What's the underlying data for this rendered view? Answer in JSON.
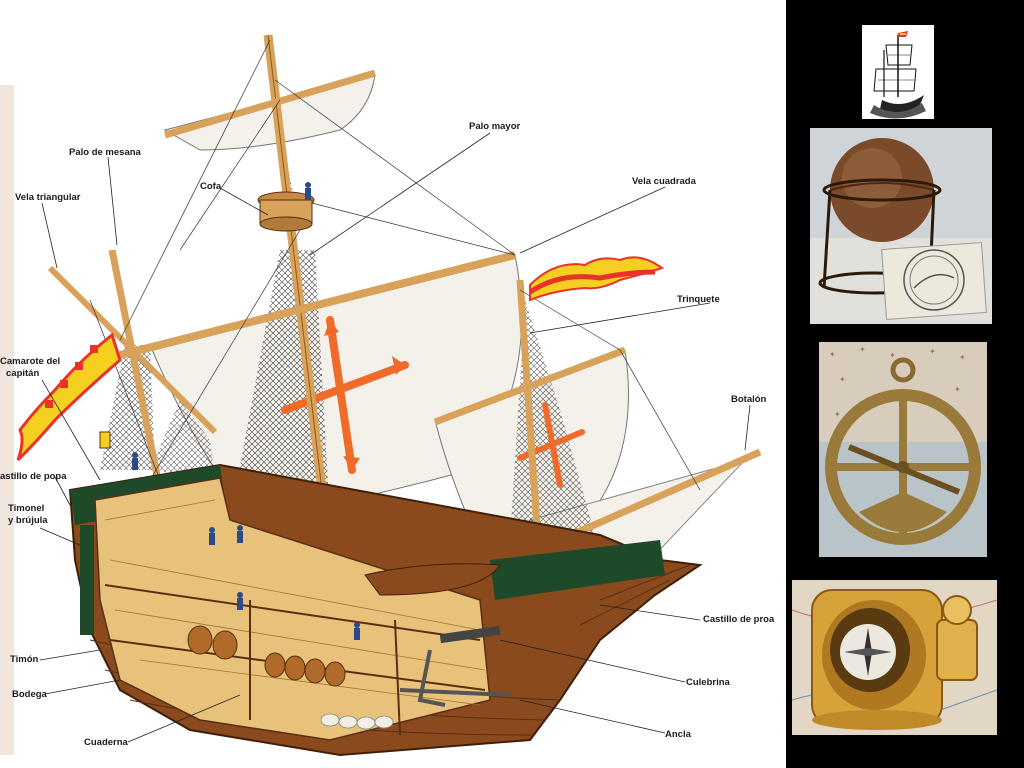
{
  "labels": {
    "palo_mayor": "Palo mayor",
    "palo_de_mesana": "Palo de mesana",
    "vela_triangular": "Vela triangular",
    "cofa": "Cofa",
    "vela_cuadrada": "Vela cuadrada",
    "trinquete": "Trinquete",
    "camarote_line1": "Camarote del",
    "camarote_line2": "capitán",
    "botalon": "Botalón",
    "castillo_de_popa": "astillo de popa",
    "timonel_line1": "Timonel",
    "timonel_line2": "y brújula",
    "castillo_de_proa": "Castillo de proa",
    "timon": "Timón",
    "culebrina": "Culebrina",
    "bodega": "Bodega",
    "ancla": "Ancla",
    "cuaderna": "Cuaderna"
  },
  "colors": {
    "hull": "#8a4a1e",
    "hull_dark": "#5a2e10",
    "deck": "#e8c27a",
    "green_trim": "#1f4a2a",
    "sail": "#f4f1ea",
    "cross": "#f06a2a",
    "mast": "#d9a25a",
    "flag_red": "#e8322a",
    "flag_yellow": "#f5d020"
  },
  "thumbnails": [
    {
      "name": "ship-logo-thumbnail"
    },
    {
      "name": "globe-thumbnail"
    },
    {
      "name": "astrolabe-thumbnail"
    },
    {
      "name": "compass-thumbnail"
    }
  ]
}
